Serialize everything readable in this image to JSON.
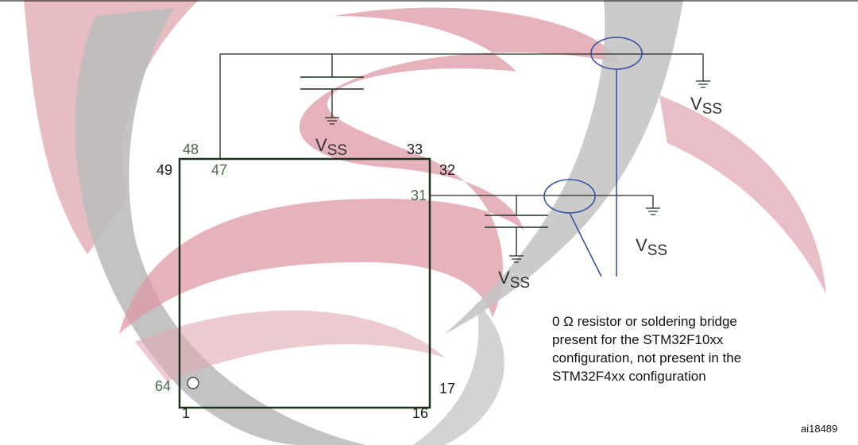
{
  "diagram": {
    "figure_id": "ai18489",
    "pins": {
      "p48": "48",
      "p33": "33",
      "p49": "49",
      "p47": "47",
      "p32": "32",
      "p31": "31",
      "p64": "64",
      "p17": "17",
      "p1": "1",
      "p16": "16"
    },
    "vss_main": "V",
    "vss_sub": "SS",
    "note_lines": [
      "0 Ω resistor or soldering bridge",
      "present for the STM32F10xx",
      "configuration, not present in the",
      "STM32F4xx configuration"
    ],
    "colors": {
      "wire": "#1f2f1f",
      "chip": "#1e301e",
      "bridge": "#3a52a8",
      "watermark_red": "#d9a0aa",
      "watermark_gray": "#b4b4b4"
    }
  }
}
